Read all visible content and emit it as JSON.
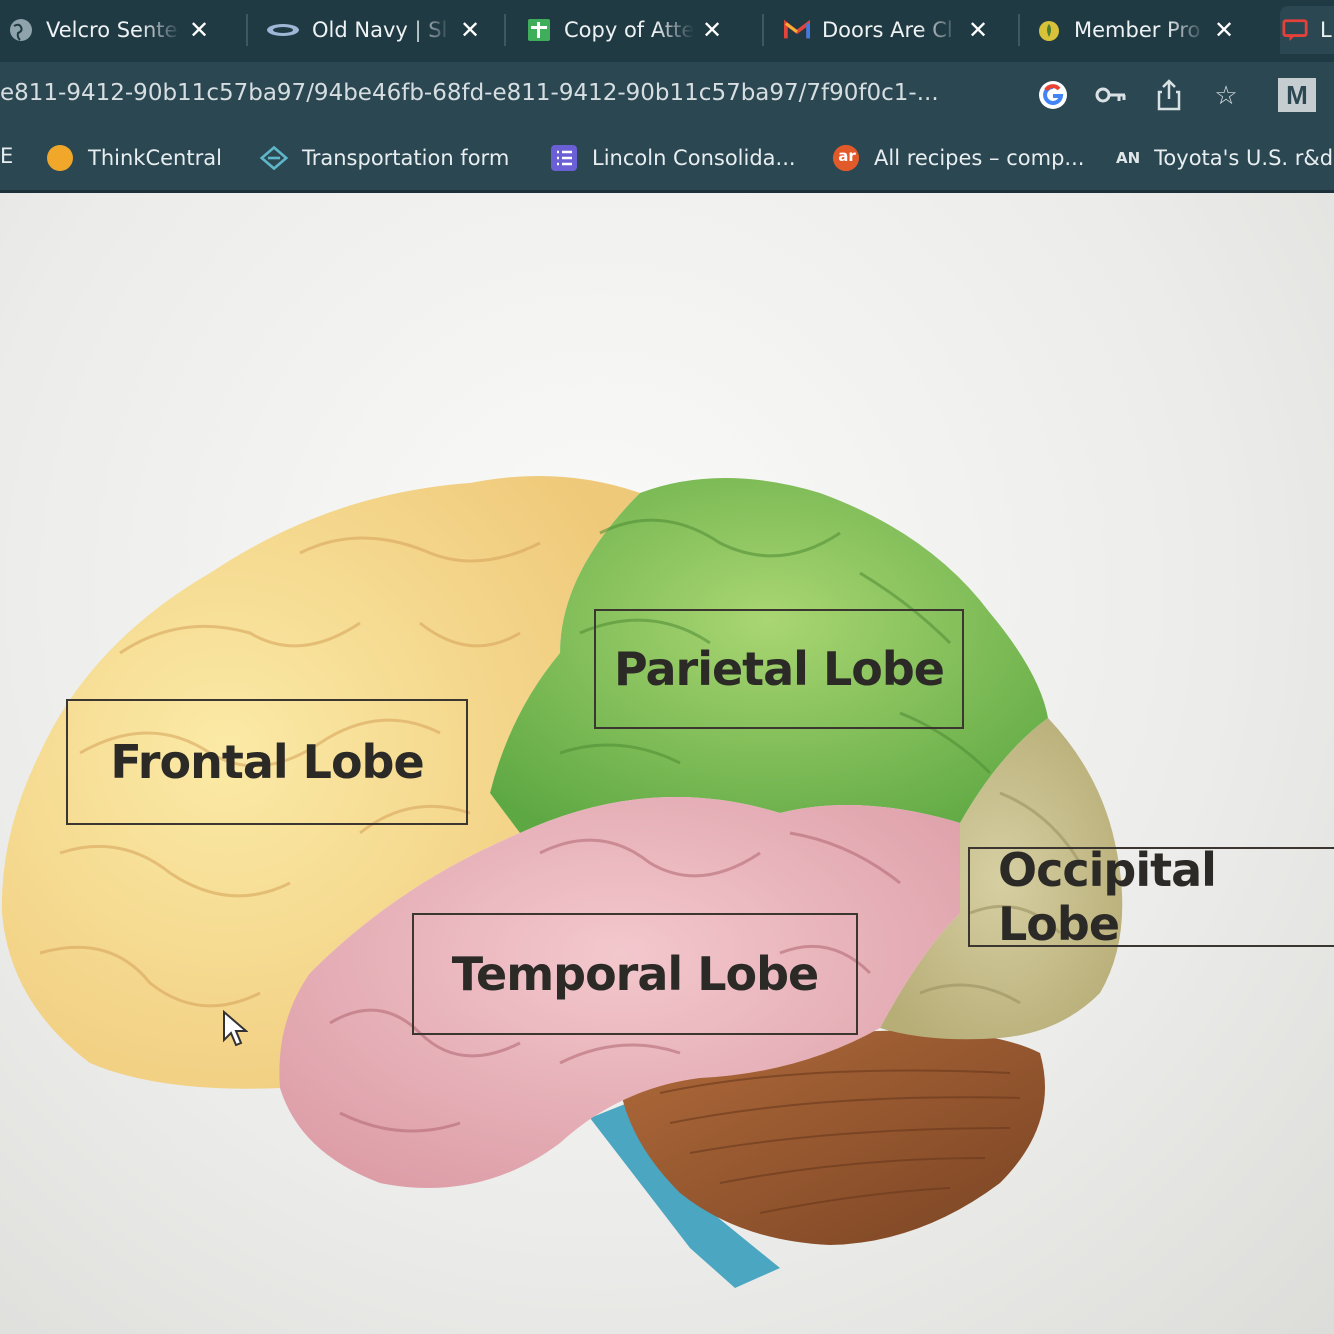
{
  "browser": {
    "tabs": [
      {
        "title": "Velcro Sente",
        "icon": "globe-icon"
      },
      {
        "title": "Old Navy | Sl",
        "icon": "old-navy-icon"
      },
      {
        "title": "Copy of Atte",
        "icon": "sheets-icon"
      },
      {
        "title": "Doors Are Cl",
        "icon": "gmail-icon"
      },
      {
        "title": "Member Pro",
        "icon": "member-icon"
      },
      {
        "title": "L",
        "icon": "chat-icon"
      }
    ],
    "url": "e811-9412-90b11c57ba97/94be46fb-68fd-e811-9412-90b11c57ba97/7f90f0c1-...",
    "profile_initial": "M",
    "bookmarks": [
      {
        "label": "E",
        "icon": ""
      },
      {
        "label": "ThinkCentral",
        "icon": "thinkcentral-icon"
      },
      {
        "label": "Transportation form",
        "icon": "form-icon"
      },
      {
        "label": "Lincoln Consolida...",
        "icon": "list-icon"
      },
      {
        "label": "All recipes – comp...",
        "icon": "allrecipes-icon"
      },
      {
        "label": "Toyota's U.S. r&d",
        "icon": "an-icon"
      }
    ],
    "an_badge": "AN",
    "ar_badge": "ar"
  },
  "diagram": {
    "labels": {
      "frontal": "Frontal Lobe",
      "parietal": "Parietal Lobe",
      "temporal": "Temporal Lobe",
      "occipital": "Occipital Lobe"
    },
    "colors": {
      "frontal": "#f5dc8c",
      "parietal": "#8cc45a",
      "temporal": "#eab1b8",
      "occipital": "#c9c08e",
      "cerebellum": "#9a5a32",
      "brainstem": "#4aa4c0"
    }
  }
}
